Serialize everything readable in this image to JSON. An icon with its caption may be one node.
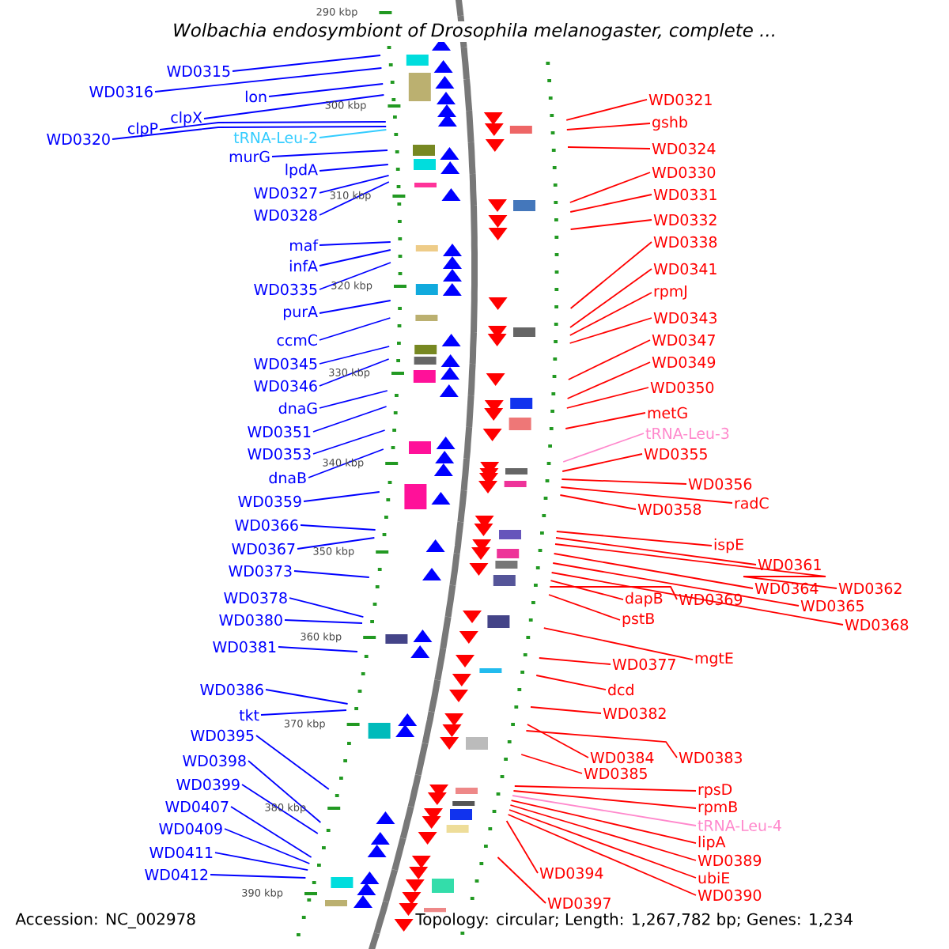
{
  "diagram": {
    "title": "Wolbachia endosymbiont of Drosophila melanogaster, complete ...",
    "nodes": [
      {
        "text": [
          "WD0315"
        ]
      },
      {
        "text": [
          "WD0316"
        ]
      },
      {
        "text": [
          "lon"
        ]
      },
      {
        "text": [
          "clpX"
        ]
      },
      {
        "text": [
          "clpP"
        ]
      },
      {
        "text": [
          "WD0320"
        ]
      },
      {
        "text": [
          "tRNA-Leu-2"
        ]
      },
      {
        "text": [
          "murG"
        ]
      },
      {
        "text": [
          "lpdA"
        ]
      },
      {
        "text": [
          "WD0327"
        ]
      },
      {
        "text": [
          "WD0328"
        ]
      },
      {
        "text": [
          "maf"
        ]
      },
      {
        "text": [
          "infA"
        ]
      },
      {
        "text": [
          "WD0335"
        ]
      },
      {
        "text": [
          "purA"
        ]
      },
      {
        "text": [
          "ccmC"
        ]
      },
      {
        "text": [
          "WD0345"
        ]
      },
      {
        "text": [
          "WD0346"
        ]
      },
      {
        "text": [
          "dnaG"
        ]
      },
      {
        "text": [
          "WD0351"
        ]
      },
      {
        "text": [
          "WD0353"
        ]
      },
      {
        "text": [
          "dnaB"
        ]
      },
      {
        "text": [
          "WD0359"
        ]
      },
      {
        "text": [
          "WD0366"
        ]
      },
      {
        "text": [
          "WD0367"
        ]
      },
      {
        "text": [
          "WD0373"
        ]
      },
      {
        "text": [
          "WD0378"
        ]
      },
      {
        "text": [
          "WD0380"
        ]
      },
      {
        "text": [
          "WD0381"
        ]
      },
      {
        "text": [
          "WD0386"
        ]
      },
      {
        "text": [
          "tkt"
        ]
      },
      {
        "text": [
          "WD0395"
        ]
      },
      {
        "text": [
          "WD0398"
        ]
      },
      {
        "text": [
          "WD0399"
        ]
      },
      {
        "text": [
          "WD0407"
        ]
      },
      {
        "text": [
          "WD0409"
        ]
      },
      {
        "text": [
          "WD0411"
        ]
      },
      {
        "text": [
          "WD0412"
        ]
      },
      {
        "text": [
          "WD0321"
        ]
      },
      {
        "text": [
          "gshb"
        ]
      },
      {
        "text": [
          "WD0324"
        ]
      },
      {
        "text": [
          "WD0330"
        ]
      },
      {
        "text": [
          "WD0331"
        ]
      },
      {
        "text": [
          "WD0332"
        ]
      },
      {
        "text": [
          "WD0338"
        ]
      },
      {
        "text": [
          "WD0341"
        ]
      },
      {
        "text": [
          "rpmJ"
        ]
      },
      {
        "text": [
          "WD0343"
        ]
      },
      {
        "text": [
          "WD0347"
        ]
      },
      {
        "text": [
          "WD0349"
        ]
      },
      {
        "text": [
          "WD0350"
        ]
      },
      {
        "text": [
          "metG"
        ]
      },
      {
        "text": [
          "tRNA-Leu-3"
        ]
      },
      {
        "text": [
          "WD0355"
        ]
      },
      {
        "text": [
          "WD0356"
        ]
      },
      {
        "text": [
          "radC"
        ]
      },
      {
        "text": [
          "WD0358"
        ]
      },
      {
        "text": [
          "ispE"
        ]
      },
      {
        "text": [
          "WD0361"
        ]
      },
      {
        "text": [
          "WD0362"
        ]
      },
      {
        "text": [
          "WD0364"
        ]
      },
      {
        "text": [
          "WD0365"
        ]
      },
      {
        "text": [
          "WD0368"
        ]
      },
      {
        "text": [
          "dapB"
        ]
      },
      {
        "text": [
          "WD0369"
        ]
      },
      {
        "text": [
          "pstB"
        ]
      },
      {
        "text": [
          "mgtE"
        ]
      },
      {
        "text": [
          "WD0377"
        ]
      },
      {
        "text": [
          "dcd"
        ]
      },
      {
        "text": [
          "WD0382"
        ]
      },
      {
        "text": [
          "WD0384"
        ]
      },
      {
        "text": [
          "WD0383"
        ]
      },
      {
        "text": [
          "WD0385"
        ]
      },
      {
        "text": [
          "rpsD"
        ]
      },
      {
        "text": [
          "rpmB"
        ]
      },
      {
        "text": [
          "tRNA-Leu-4"
        ]
      },
      {
        "text": [
          "lipA"
        ]
      },
      {
        "text": [
          "WD0389"
        ]
      },
      {
        "text": [
          "ubiE"
        ]
      },
      {
        "text": [
          "WD0390"
        ]
      },
      {
        "text": [
          "WD0394"
        ]
      },
      {
        "text": [
          "WD0397"
        ]
      }
    ],
    "edges": [
      {
        "from": 0,
        "to": null,
        "arrow": "none",
        "color": "#0000ff"
      },
      {
        "from": 1,
        "to": null,
        "arrow": "none",
        "color": "#0000ff"
      },
      {
        "from": 2,
        "to": null,
        "arrow": "none",
        "color": "#0000ff"
      },
      {
        "from": 3,
        "to": null,
        "arrow": "none",
        "color": "#0000ff"
      },
      {
        "from": 4,
        "to": null,
        "arrow": "none",
        "color": "#0000ff"
      },
      {
        "from": 5,
        "to": null,
        "arrow": "none",
        "color": "#0000ff"
      },
      {
        "from": 6,
        "to": null,
        "arrow": "none",
        "color": "#33ccff"
      },
      {
        "from": 7,
        "to": null,
        "arrow": "none",
        "color": "#0000ff"
      },
      {
        "from": 8,
        "to": null,
        "arrow": "none",
        "color": "#0000ff"
      },
      {
        "from": 9,
        "to": null,
        "arrow": "none",
        "color": "#0000ff"
      },
      {
        "from": 10,
        "to": null,
        "arrow": "none",
        "color": "#0000ff"
      },
      {
        "from": 11,
        "to": null,
        "arrow": "none",
        "color": "#0000ff"
      },
      {
        "from": 12,
        "to": null,
        "arrow": "none",
        "color": "#0000ff"
      },
      {
        "from": 13,
        "to": null,
        "arrow": "none",
        "color": "#0000ff"
      },
      {
        "from": 14,
        "to": null,
        "arrow": "none",
        "color": "#0000ff"
      },
      {
        "from": 15,
        "to": null,
        "arrow": "none",
        "color": "#0000ff"
      },
      {
        "from": 16,
        "to": null,
        "arrow": "none",
        "color": "#0000ff"
      },
      {
        "from": 17,
        "to": null,
        "arrow": "none",
        "color": "#0000ff"
      },
      {
        "from": 18,
        "to": null,
        "arrow": "none",
        "color": "#0000ff"
      },
      {
        "from": 19,
        "to": null,
        "arrow": "none",
        "color": "#0000ff"
      },
      {
        "from": 20,
        "to": null,
        "arrow": "none",
        "color": "#0000ff"
      },
      {
        "from": 21,
        "to": null,
        "arrow": "none",
        "color": "#0000ff"
      },
      {
        "from": 22,
        "to": null,
        "arrow": "none",
        "color": "#0000ff"
      },
      {
        "from": 23,
        "to": null,
        "arrow": "none",
        "color": "#0000ff"
      },
      {
        "from": 24,
        "to": null,
        "arrow": "none",
        "color": "#0000ff"
      },
      {
        "from": 25,
        "to": null,
        "arrow": "none",
        "color": "#0000ff"
      },
      {
        "from": 26,
        "to": null,
        "arrow": "none",
        "color": "#0000ff"
      },
      {
        "from": 27,
        "to": null,
        "arrow": "none",
        "color": "#0000ff"
      },
      {
        "from": 28,
        "to": null,
        "arrow": "none",
        "color": "#0000ff"
      },
      {
        "from": 29,
        "to": null,
        "arrow": "none",
        "color": "#0000ff"
      },
      {
        "from": 30,
        "to": null,
        "arrow": "none",
        "color": "#0000ff"
      },
      {
        "from": 31,
        "to": null,
        "arrow": "none",
        "color": "#0000ff"
      },
      {
        "from": 32,
        "to": null,
        "arrow": "none",
        "color": "#0000ff"
      },
      {
        "from": 33,
        "to": null,
        "arrow": "none",
        "color": "#0000ff"
      },
      {
        "from": 34,
        "to": null,
        "arrow": "none",
        "color": "#0000ff"
      },
      {
        "from": 35,
        "to": null,
        "arrow": "none",
        "color": "#0000ff"
      },
      {
        "from": 36,
        "to": null,
        "arrow": "none",
        "color": "#0000ff"
      },
      {
        "from": 37,
        "to": null,
        "arrow": "none",
        "color": "#0000ff"
      },
      {
        "from": 38,
        "to": null,
        "arrow": "none"
      },
      {
        "from": 39,
        "to": null,
        "arrow": "none"
      },
      {
        "from": 40,
        "to": null,
        "arrow": "none"
      },
      {
        "from": 41,
        "to": null,
        "arrow": "none"
      },
      {
        "from": 42,
        "to": null,
        "arrow": "none"
      },
      {
        "from": 43,
        "to": null,
        "arrow": "none"
      },
      {
        "from": 44,
        "to": null,
        "arrow": "none"
      },
      {
        "from": 45,
        "to": null,
        "arrow": "none"
      },
      {
        "from": 46,
        "to": null,
        "arrow": "none"
      },
      {
        "from": 47,
        "to": null,
        "arrow": "none"
      },
      {
        "from": 48,
        "to": null,
        "arrow": "none"
      },
      {
        "from": 49,
        "to": null,
        "arrow": "none"
      },
      {
        "from": 50,
        "to": null,
        "arrow": "none"
      },
      {
        "from": 51,
        "to": null,
        "arrow": "none"
      },
      {
        "from": 52,
        "to": null,
        "arrow": "none",
        "color": "#ff88cc"
      },
      {
        "from": 53,
        "to": null,
        "arrow": "none"
      },
      {
        "from": 54,
        "to": null,
        "arrow": "none"
      },
      {
        "from": 55,
        "to": null,
        "arrow": "none"
      },
      {
        "from": 56,
        "to": null,
        "arrow": "none"
      },
      {
        "from": 57,
        "to": null,
        "arrow": "none"
      },
      {
        "from": 58,
        "to": null,
        "arrow": "none"
      },
      {
        "from": 59,
        "to": null,
        "arrow": "none"
      },
      {
        "from": 60,
        "to": null,
        "arrow": "none"
      },
      {
        "from": 61,
        "to": null,
        "arrow": "none"
      },
      {
        "from": 62,
        "to": null,
        "arrow": "none"
      },
      {
        "from": 63,
        "to": null,
        "arrow": "none"
      },
      {
        "from": 64,
        "to": null,
        "arrow": "none"
      },
      {
        "from": 65,
        "to": null,
        "arrow": "none"
      },
      {
        "from": 66,
        "to": null,
        "arrow": "none"
      },
      {
        "from": 67,
        "to": null,
        "arrow": "none"
      },
      {
        "from": 68,
        "to": null,
        "arrow": "none"
      },
      {
        "from": 69,
        "to": null,
        "arrow": "none"
      },
      {
        "from": 70,
        "to": null,
        "arrow": "none"
      },
      {
        "from": 71,
        "to": null,
        "arrow": "none"
      },
      {
        "from": 72,
        "to": null,
        "arrow": "none"
      },
      {
        "from": 73,
        "to": null,
        "arrow": "none"
      },
      {
        "from": 74,
        "to": null,
        "arrow": "none"
      },
      {
        "from": 75,
        "to": null,
        "arrow": "none",
        "color": "#ff88cc"
      },
      {
        "from": 76,
        "to": null,
        "arrow": "none"
      },
      {
        "from": 77,
        "to": null,
        "arrow": "none"
      },
      {
        "from": 78,
        "to": null,
        "arrow": "none"
      },
      {
        "from": 79,
        "to": null,
        "arrow": "none"
      },
      {
        "from": 80,
        "to": null,
        "arrow": "none"
      },
      {
        "from": 81,
        "to": null,
        "arrow": "none"
      }
    ],
    "labels": [
      "290 kbp",
      "300 kbp",
      "310 kbp",
      "320 kbp",
      "330 kbp",
      "340 kbp",
      "350 kbp",
      "360 kbp",
      "370 kbp",
      "380 kbp",
      "390 kbp",
      "Accession: NC_002978",
      "Topology: circular; Length: 1,267,782 bp; Genes: 1,234"
    ]
  }
}
